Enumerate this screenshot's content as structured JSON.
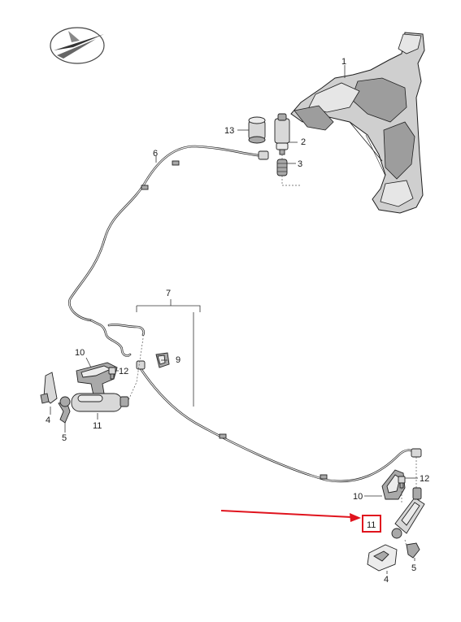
{
  "diagram": {
    "labels": {
      "l1": "1",
      "l2": "2",
      "l3": "3",
      "l4a": "4",
      "l4b": "4",
      "l5a": "5",
      "l5b": "5",
      "l6": "6",
      "l7": "7",
      "l9": "9",
      "l10a": "10",
      "l10b": "10",
      "l11a": "11",
      "l11b": "11",
      "l12a": "12",
      "l12b": "12",
      "l13": "13"
    },
    "highlight": {
      "part": "11",
      "color": "#e0141e"
    }
  }
}
